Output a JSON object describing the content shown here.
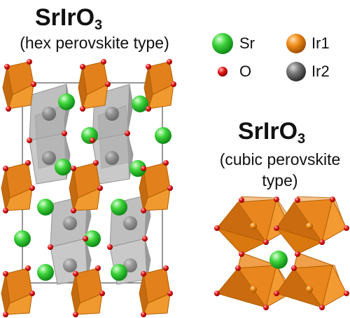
{
  "hex": {
    "title_main": "SrIrO",
    "title_sub": "3",
    "subtitle": "(hex perovskite type)"
  },
  "cubic": {
    "title_main": "SrIrO",
    "title_sub": "3",
    "subtitle_line1": "(cubic perovskite",
    "subtitle_line2": "type)"
  },
  "legend": {
    "items": [
      {
        "label": "Sr",
        "color": "#22c02a"
      },
      {
        "label": "Ir1",
        "color": "#e07a12"
      },
      {
        "label": "O",
        "color": "#e01010"
      },
      {
        "label": "Ir2",
        "color": "#606060"
      }
    ]
  }
}
